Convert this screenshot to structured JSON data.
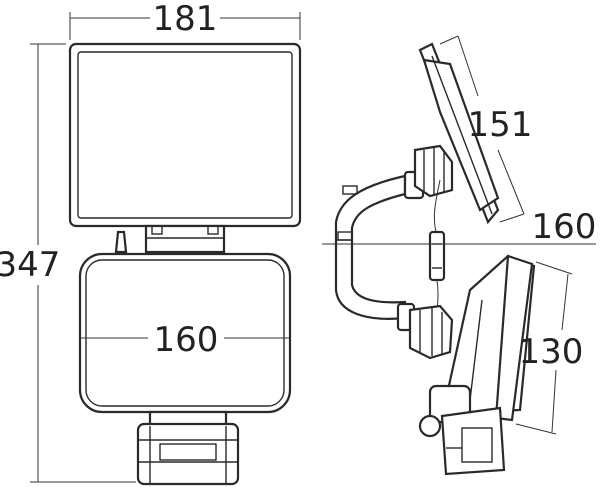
{
  "dimensions": {
    "top_width": "181",
    "overall_height": "347",
    "body_width": "160",
    "side_head_depth": "160",
    "solar_panel_side": "151",
    "lamp_side": "130"
  }
}
